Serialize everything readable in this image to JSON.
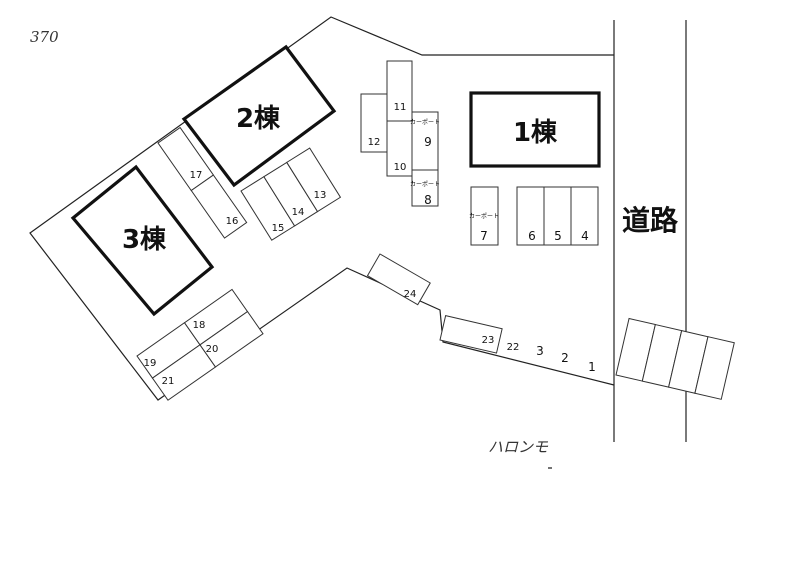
{
  "annotations": {
    "corner_note": "370",
    "bottom_note": "ハロンモ"
  },
  "road": {
    "label": "道路"
  },
  "buildings": [
    {
      "id": "b1",
      "label": "1棟"
    },
    {
      "id": "b2",
      "label": "2棟"
    },
    {
      "id": "b3",
      "label": "3棟"
    }
  ],
  "carports": [
    {
      "id": "c9",
      "label": "カーポート"
    },
    {
      "id": "c8",
      "label": "カーポート"
    },
    {
      "id": "c7",
      "label": "カーポート"
    }
  ],
  "parking": [
    {
      "id": "p1",
      "label": "1"
    },
    {
      "id": "p2",
      "label": "2"
    },
    {
      "id": "p3",
      "label": "3"
    },
    {
      "id": "p4",
      "label": "4"
    },
    {
      "id": "p5",
      "label": "5"
    },
    {
      "id": "p6",
      "label": "6"
    },
    {
      "id": "p7",
      "label": "7"
    },
    {
      "id": "p8",
      "label": "8"
    },
    {
      "id": "p9",
      "label": "9"
    },
    {
      "id": "p10",
      "label": "10"
    },
    {
      "id": "p11",
      "label": "11"
    },
    {
      "id": "p12",
      "label": "12"
    },
    {
      "id": "p13",
      "label": "13"
    },
    {
      "id": "p14",
      "label": "14"
    },
    {
      "id": "p15",
      "label": "15"
    },
    {
      "id": "p16",
      "label": "16"
    },
    {
      "id": "p17",
      "label": "17"
    },
    {
      "id": "p18",
      "label": "18"
    },
    {
      "id": "p19",
      "label": "19"
    },
    {
      "id": "p20",
      "label": "20"
    },
    {
      "id": "p21",
      "label": "21"
    },
    {
      "id": "p22",
      "label": "22"
    },
    {
      "id": "p23",
      "label": "23"
    },
    {
      "id": "p24",
      "label": "24"
    }
  ]
}
